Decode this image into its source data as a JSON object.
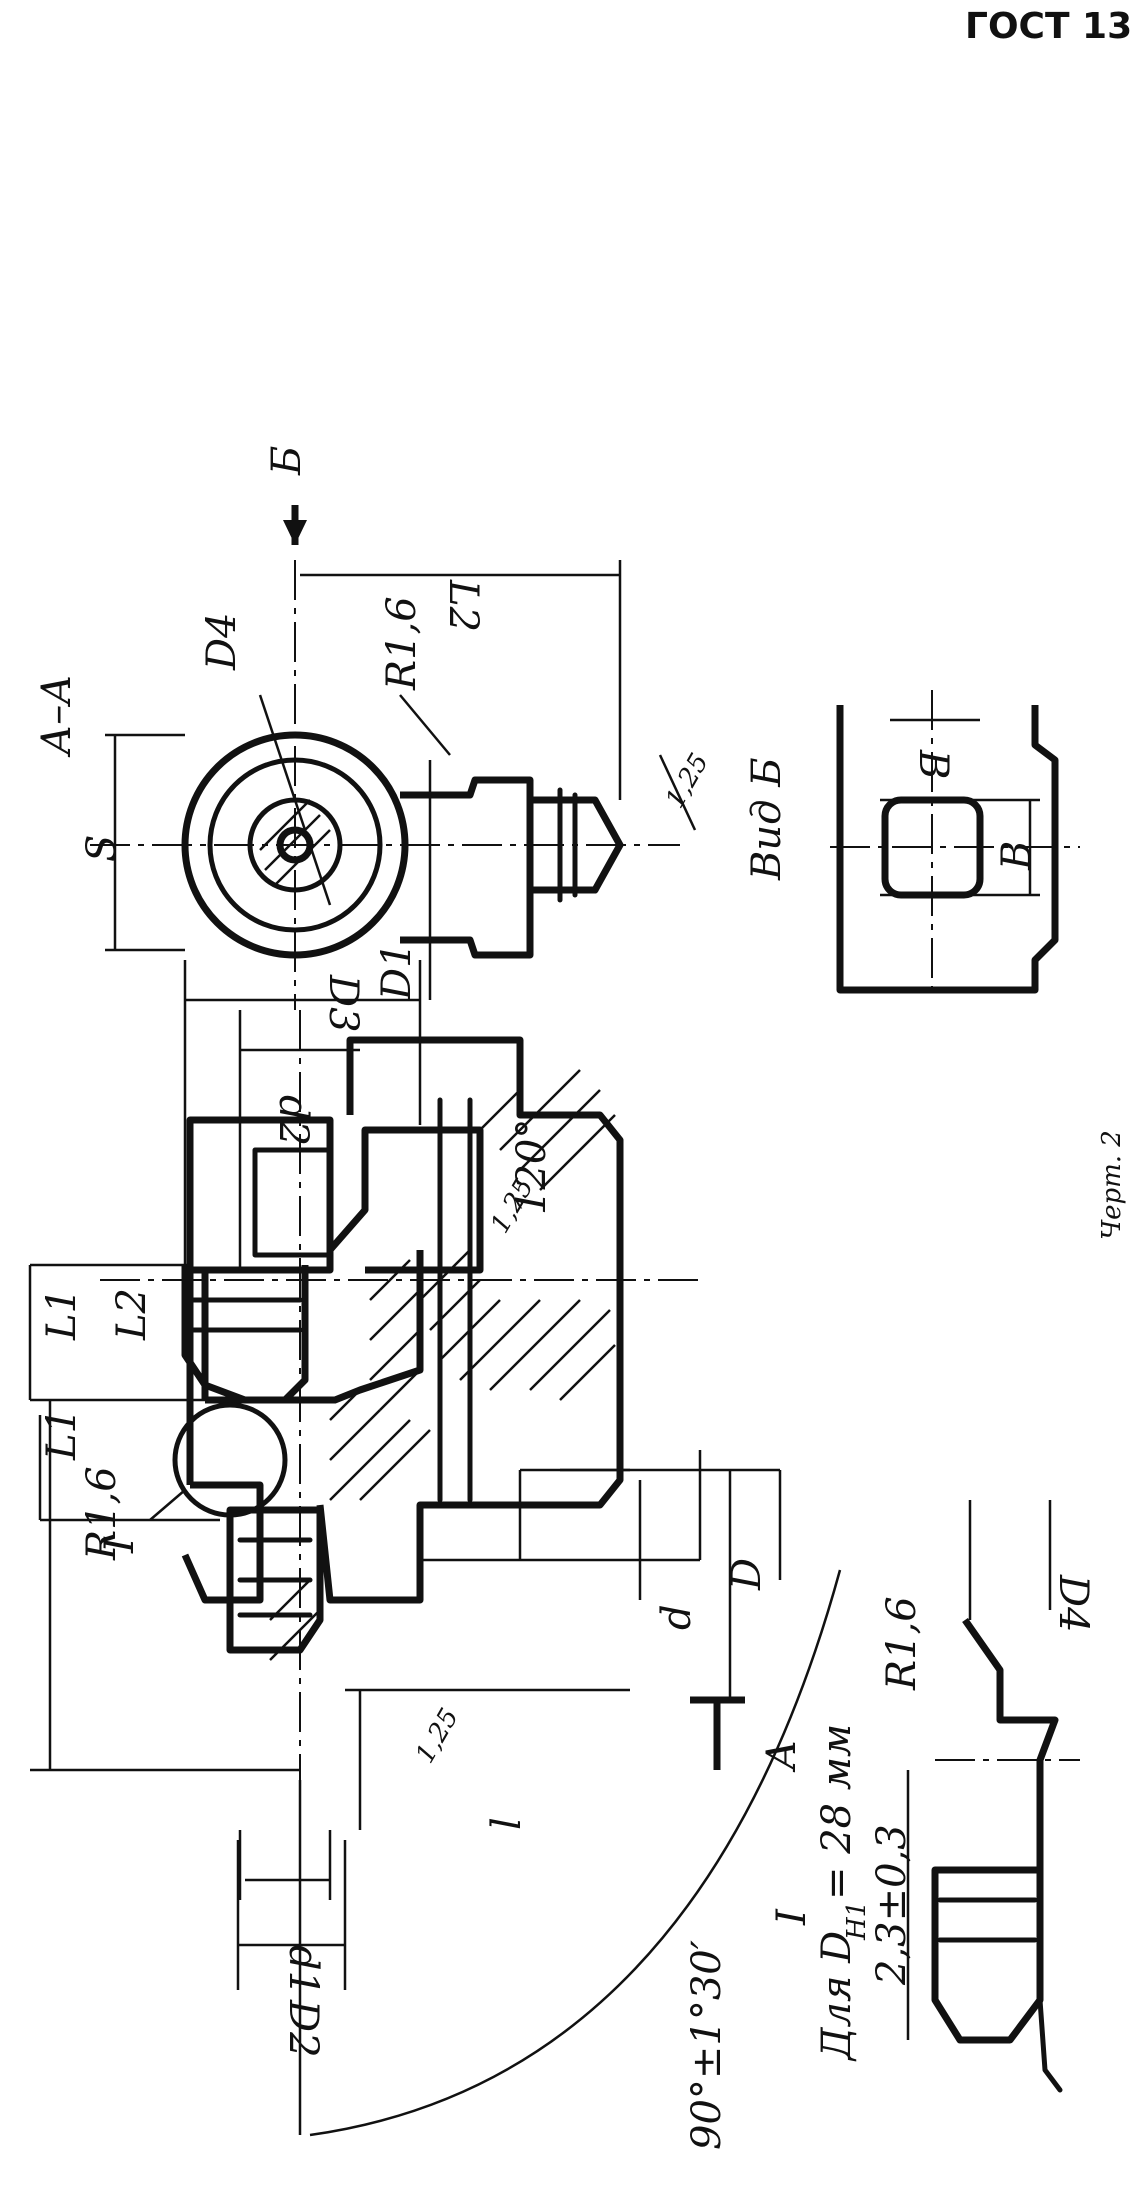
{
  "header": {
    "standard": "ГОСТ 13"
  },
  "section_title": "А–А",
  "view_b_title": "Вид Б",
  "view_b_arrow": "Б",
  "section_a_marker": "А",
  "detail_marker": "I",
  "detail_note_line1": "Для D",
  "detail_note_sub": "H1",
  "detail_note_line1_value": "= 28 мм",
  "detail_note_line2": "2,3±0,3",
  "angle_tolerance": "90°±1°30′",
  "chamfer_angle": "120°",
  "roughness": [
    "1,25",
    "1,25",
    "1,25"
  ],
  "fillets": [
    "R1,6",
    "R1,6",
    "R1,6"
  ],
  "dims": {
    "L1_top": "L1",
    "L1_left": "L1",
    "L2": "L2",
    "l2_sec": "L2",
    "l": "l",
    "d": "d",
    "D": "D",
    "d1": "d1",
    "d2": "d2",
    "D1": "D1",
    "D2": "D2",
    "D3": "D3",
    "D4": "D4",
    "D4_detail": "D4",
    "S": "S",
    "B_vert": "B",
    "B_horiz": "B"
  },
  "figure_caption": "Черт. 2"
}
